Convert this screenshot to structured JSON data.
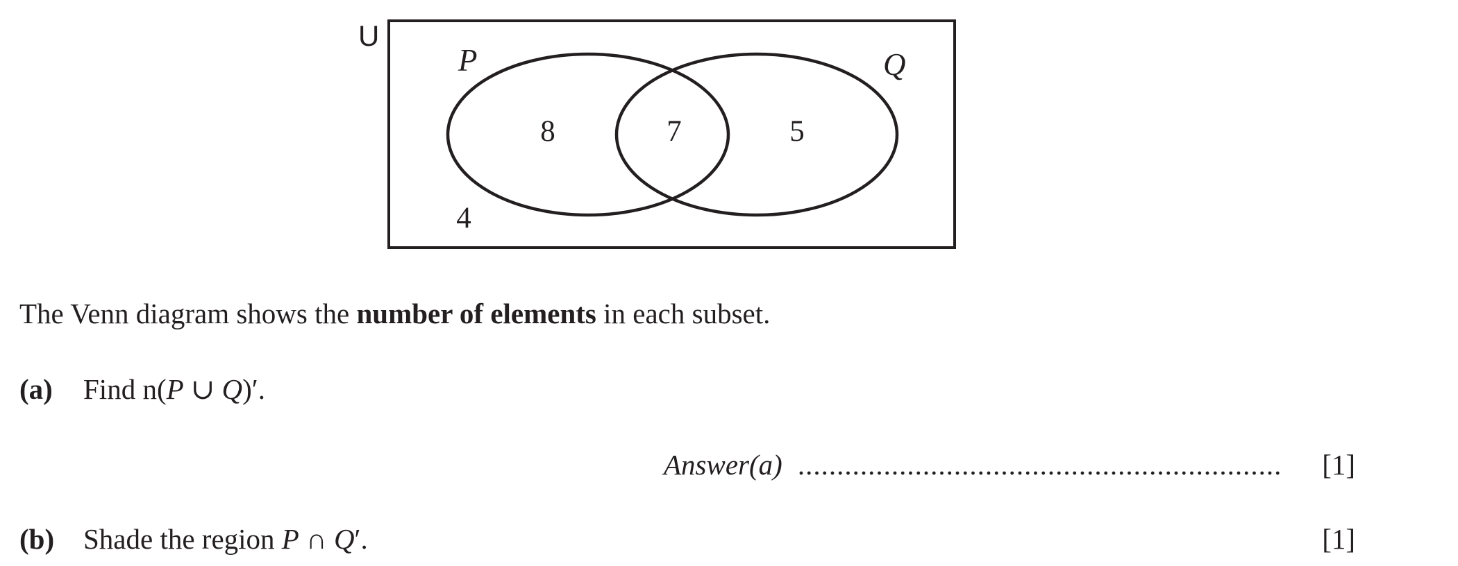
{
  "venn": {
    "universal_label": "U",
    "set_p_label": "P",
    "set_q_label": "Q",
    "only_p": "8",
    "intersection": "7",
    "only_q": "5",
    "outside": "4"
  },
  "intro": {
    "before": "The Venn diagram shows the ",
    "bold": "number of elements",
    "after": " in each subset."
  },
  "part_a": {
    "label": "(a)",
    "prefix": "Find n",
    "open": "(",
    "set_p": "P",
    "union": " ∪ ",
    "set_q": "Q",
    "close": ")",
    "prime": "′",
    "end": ".",
    "answer_label": "Answer(a)",
    "answer_dots": "..............................................................",
    "marks": "[1]"
  },
  "part_b": {
    "label": "(b)",
    "prefix": "Shade the region ",
    "set_p": "P",
    "intersect": " ∩ ",
    "set_q": "Q",
    "prime": "′",
    "end": ".",
    "marks": "[1]"
  }
}
